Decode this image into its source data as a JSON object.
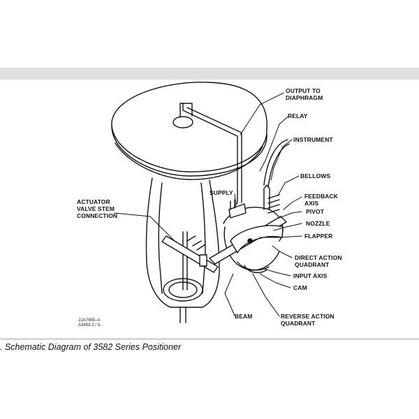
{
  "labels": {
    "output": "OUTPUT TO\nDIAPHRAGM",
    "relay": "RELAY",
    "instrument": "INSTRUMENT",
    "bellows": "BELLOWS",
    "supply": "SUPPLY",
    "feedback": "FEEDBACK\nAXIS",
    "pivot": "PIVOT",
    "nozzle": "NOZZLE",
    "flapper": "FLAPPER",
    "direct": "DIRECT ACTION\nQUADRANT",
    "input_axis": "INPUT AXIS",
    "cam": "CAM",
    "beam": "BEAM",
    "reverse": "REVERSE ACTION\nQUADRANT",
    "actuator": "ACTUATOR\nVALVE STEM\nCONNECTION"
  },
  "drawing_code": "22A7965–A\nA3493-2 / IL",
  "caption": ". Schematic Diagram of 3582 Series Positioner"
}
